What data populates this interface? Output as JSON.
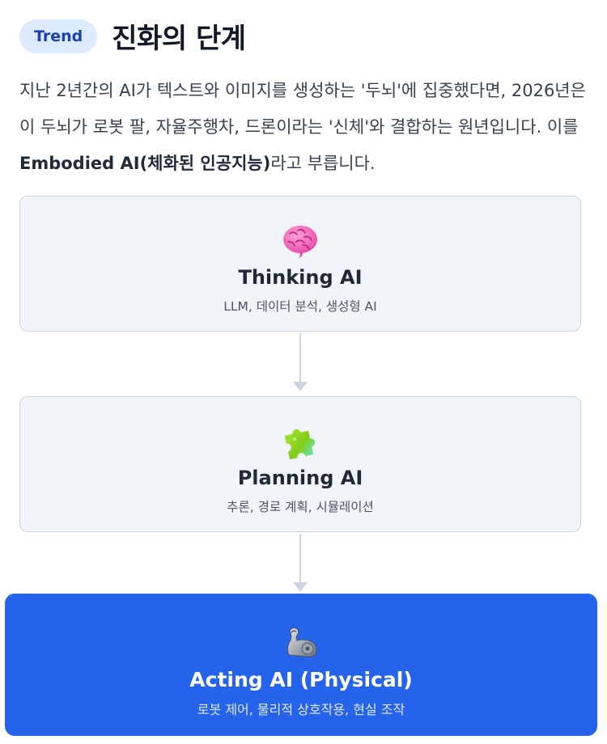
{
  "header": {
    "badge": "Trend",
    "title": "진화의 단계"
  },
  "intro": {
    "part1": "지난 2년간의 AI가 텍스트와 이미지를 생성하는 '두뇌'에 집중했다면, 2026년은 이 두뇌가 로봇 팔, 자율주행차, 드론이라는 '신체'와 결합하는 원년입니다. 이를 ",
    "bold": "Embodied AI(체화된 인공지능)",
    "part2": "라고 부릅니다."
  },
  "stages": [
    {
      "icon": "brain-icon",
      "name": "Thinking AI",
      "desc": "LLM, 데이터 분석, 생성형 AI"
    },
    {
      "icon": "puzzle-icon",
      "name": "Planning AI",
      "desc": "추론, 경로 계획, 시뮬레이션"
    },
    {
      "icon": "mechanical-arm-icon",
      "name": "Acting AI (Physical)",
      "desc": "로봇 제어, 물리적 상호작용, 현실 조작"
    }
  ],
  "colors": {
    "accent": "#2563eb",
    "badge_bg": "#dbeafe",
    "badge_text": "#1e40af",
    "card_bg": "#f1f5f9",
    "connector": "#cbd5e1"
  }
}
